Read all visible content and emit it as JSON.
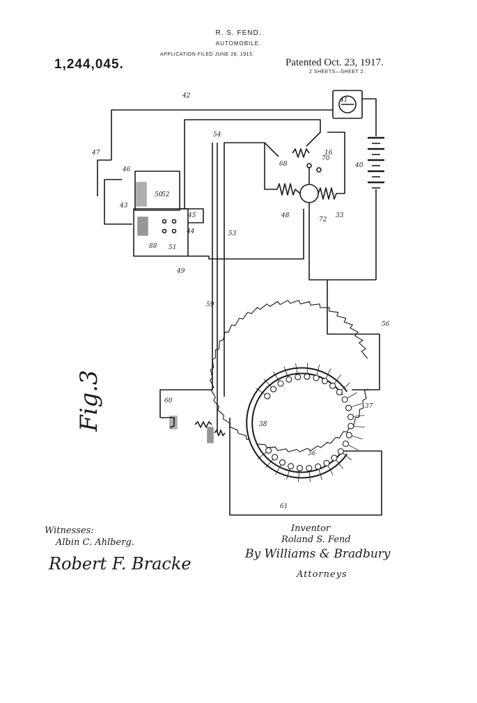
{
  "header": {
    "inventor_name": "R. S. FEND.",
    "title": "AUTOMOBILE.",
    "application": "APPLICATION FILED JUNE 28, 1915.",
    "patent_number": "1,244,045.",
    "patented": "Patented Oct. 23, 1917.",
    "sheets": "2 SHEETS—SHEET 2."
  },
  "figure": {
    "label": "Fig.3"
  },
  "reference_numerals": [
    "41",
    "42",
    "47",
    "46",
    "43",
    "50",
    "52",
    "44",
    "45",
    "88",
    "51",
    "49",
    "54",
    "68",
    "70",
    "16",
    "72",
    "48",
    "33",
    "40",
    "53",
    "59",
    "60",
    "38",
    "36",
    "37",
    "56",
    "61"
  ],
  "witnesses": {
    "label": "Witnesses:",
    "names": [
      "Albin C. Ahlberg.",
      "Robert F. Bracke"
    ]
  },
  "inventor": {
    "label": "Inventor",
    "name": "Roland S. Fend",
    "by": "By Williams & Bradbury",
    "attorneys": "Attorneys"
  },
  "colors": {
    "ink": "#1a1a1a",
    "paper": "#ffffff"
  }
}
